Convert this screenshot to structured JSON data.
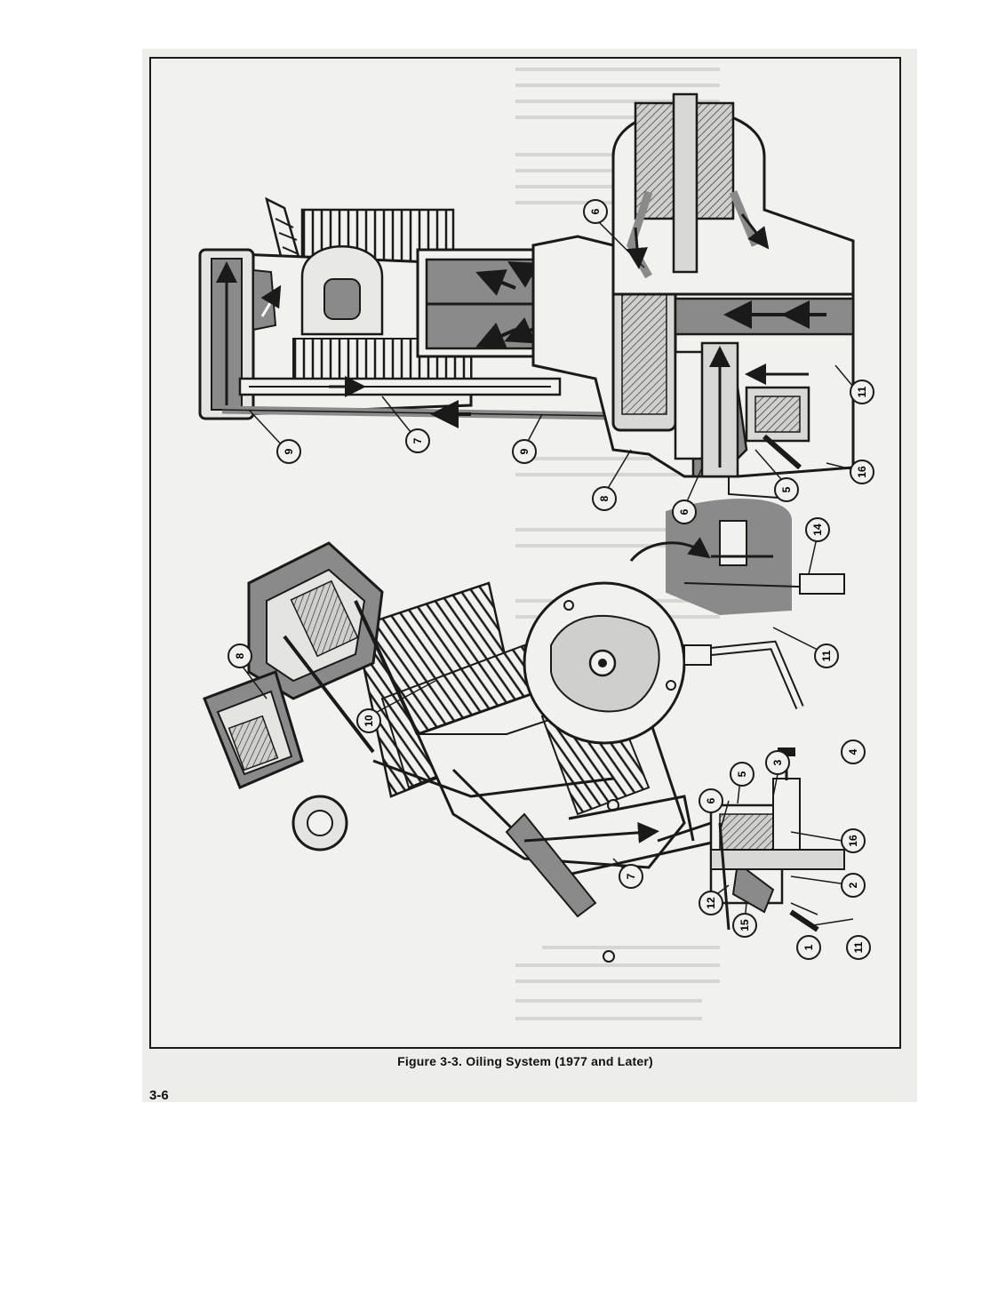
{
  "figure": {
    "caption": "Figure 3-3. Oiling System (1977 and Later)",
    "callouts": [
      "1",
      "2",
      "3",
      "4",
      "5",
      "6",
      "7",
      "8",
      "9",
      "10",
      "11",
      "12",
      "14",
      "15",
      "16"
    ]
  },
  "page": {
    "number": "3-6"
  },
  "colors": {
    "oil_passage": "#8a8a8a",
    "line_art": "#1a1a1a",
    "paper": "#f1f1ee"
  }
}
